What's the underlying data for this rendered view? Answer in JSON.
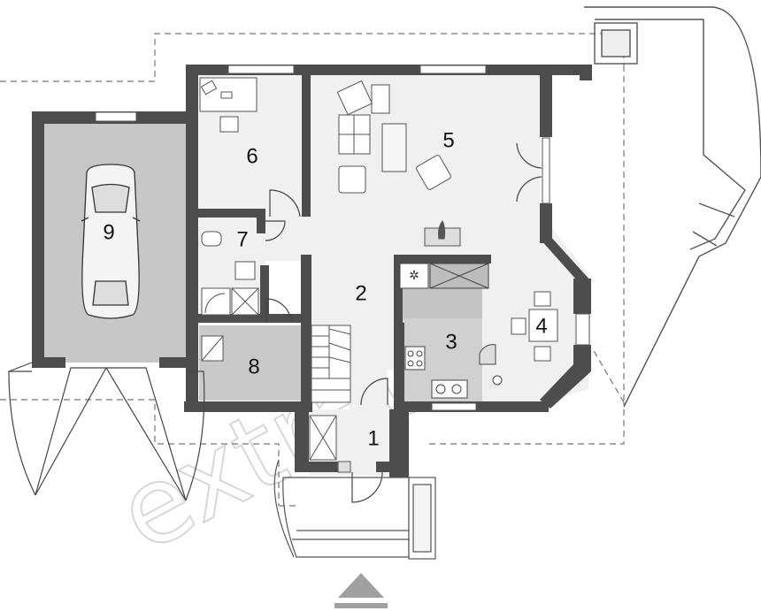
{
  "plan": {
    "rooms": [
      {
        "id": "1",
        "label": "1"
      },
      {
        "id": "2",
        "label": "2"
      },
      {
        "id": "3",
        "label": "3"
      },
      {
        "id": "4",
        "label": "4"
      },
      {
        "id": "5",
        "label": "5"
      },
      {
        "id": "6",
        "label": "6"
      },
      {
        "id": "7",
        "label": "7"
      },
      {
        "id": "8",
        "label": "8"
      },
      {
        "id": "9",
        "label": "9"
      }
    ],
    "watermark": "extradom",
    "entrance_icon": "entrance-arrow-icon"
  },
  "colors": {
    "wall": "#4d4d4d",
    "floor": "#f0f0f0",
    "garage_floor": "#c7c7c7",
    "kitchen_floor": "#c4c4c4",
    "utility_floor": "#c9c9c9",
    "outline": "#555555",
    "dashed": "#777777"
  }
}
